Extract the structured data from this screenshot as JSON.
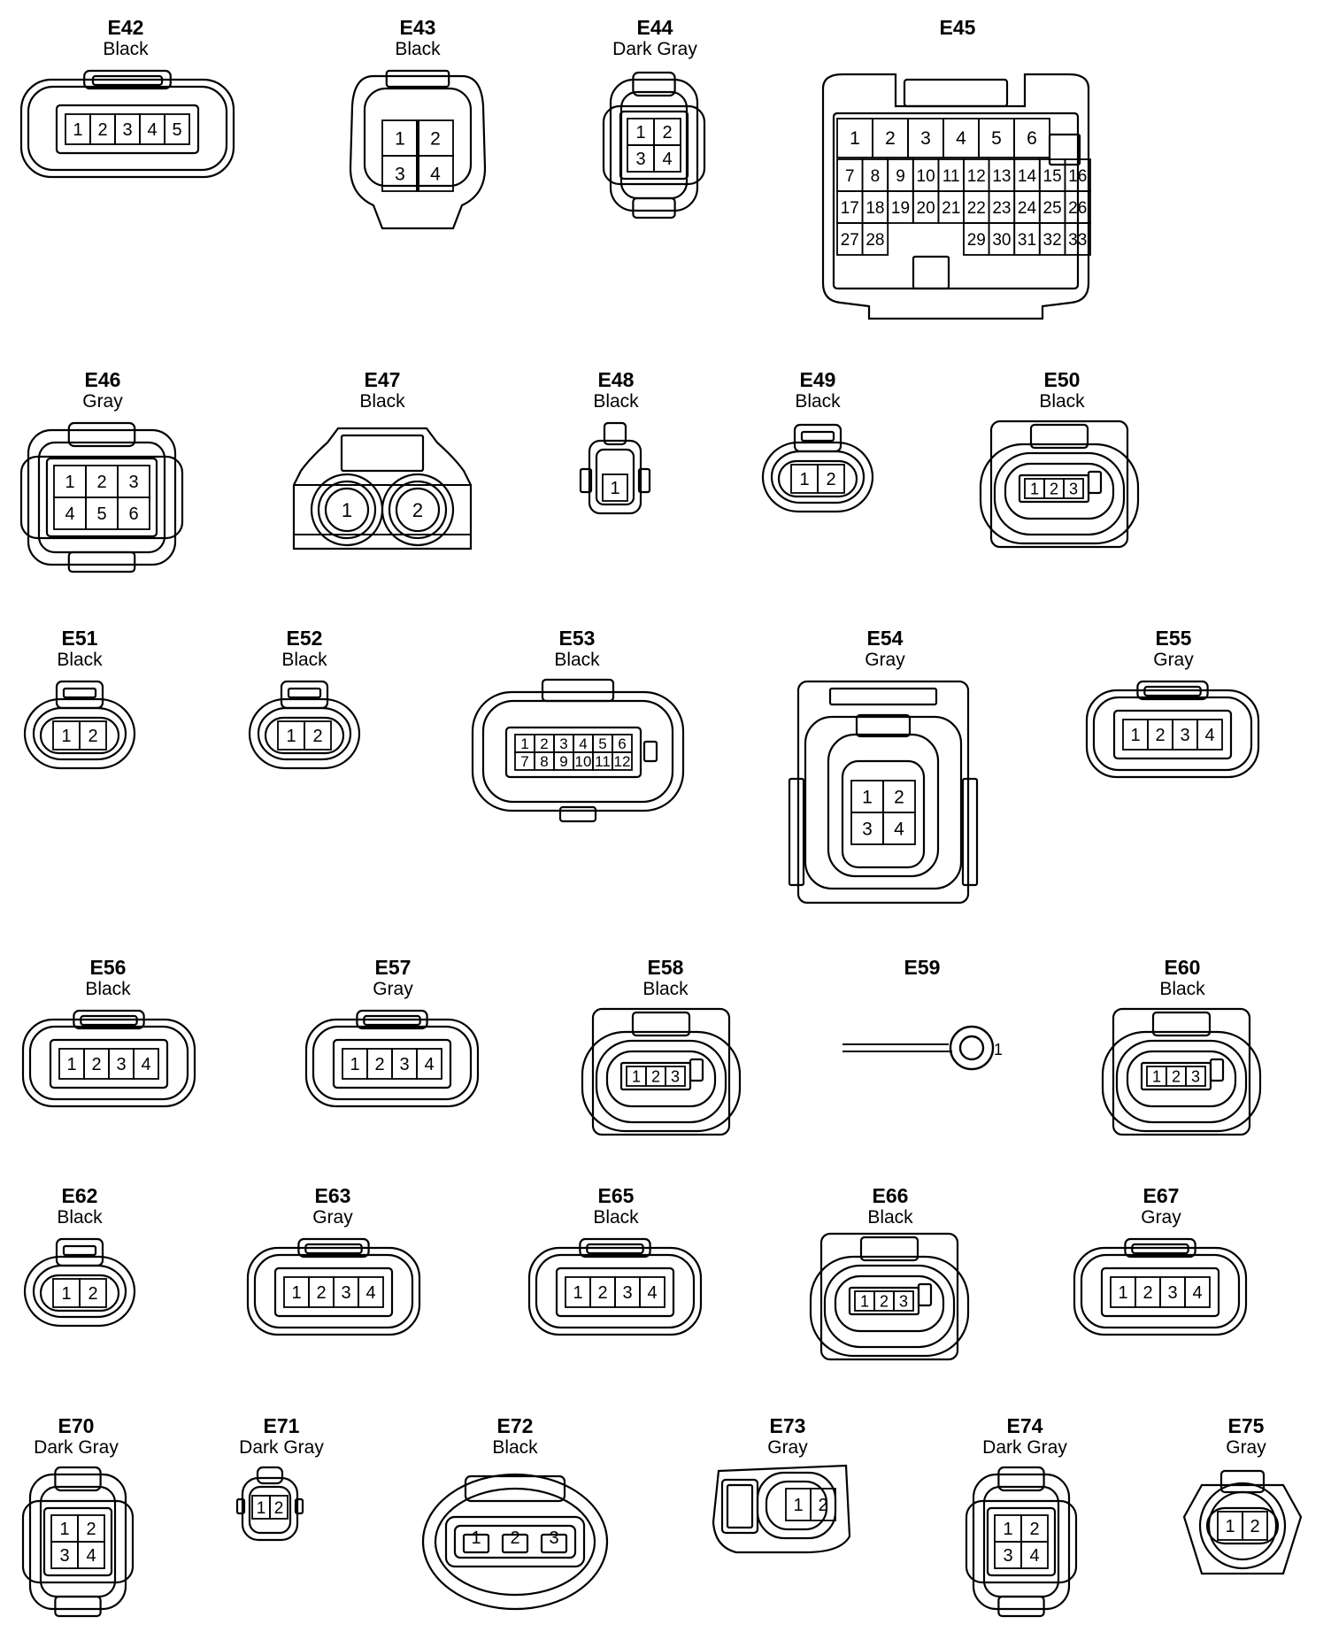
{
  "colors": {
    "line": "#000000",
    "background": "#ffffff"
  },
  "connectors": [
    {
      "id": "E42",
      "color": "Black",
      "style": "flat",
      "pin_rows": [
        [
          "1",
          "2",
          "3",
          "4",
          "5"
        ]
      ]
    },
    {
      "id": "E43",
      "color": "Black",
      "style": "octagon",
      "pin_rows": [
        [
          "1",
          "2"
        ],
        [
          "3",
          "4"
        ]
      ]
    },
    {
      "id": "E44",
      "color": "Dark Gray",
      "style": "tall",
      "pin_rows": [
        [
          "1",
          "2"
        ],
        [
          "3",
          "4"
        ]
      ]
    },
    {
      "id": "E45",
      "color": "",
      "style": "big",
      "pin_rows": [
        [
          "1",
          "2",
          "3",
          "4",
          "5",
          "6"
        ],
        [
          "7",
          "8",
          "9",
          "10",
          "11",
          "12",
          "13",
          "14",
          "15",
          "16"
        ],
        [
          "17",
          "18",
          "19",
          "20",
          "21",
          "22",
          "23",
          "24",
          "25",
          "26"
        ],
        [
          "27",
          "28",
          "",
          "",
          "",
          "29",
          "30",
          "31",
          "32",
          "33"
        ]
      ]
    },
    {
      "id": "E46",
      "color": "Gray",
      "style": "tall",
      "pin_rows": [
        [
          "1",
          "2",
          "3"
        ],
        [
          "4",
          "5",
          "6"
        ]
      ]
    },
    {
      "id": "E47",
      "color": "Black",
      "style": "twin",
      "pin_rows": [
        [
          "1",
          "2"
        ]
      ]
    },
    {
      "id": "E48",
      "color": "Black",
      "style": "single",
      "pin_rows": [
        [
          "1"
        ]
      ]
    },
    {
      "id": "E49",
      "color": "Black",
      "style": "oval",
      "pin_rows": [
        [
          "1",
          "2"
        ]
      ]
    },
    {
      "id": "E50",
      "color": "Black",
      "style": "housing",
      "pin_rows": [
        [
          "1",
          "2",
          "3"
        ]
      ]
    },
    {
      "id": "E51",
      "color": "Black",
      "style": "oval",
      "pin_rows": [
        [
          "1",
          "2"
        ]
      ]
    },
    {
      "id": "E52",
      "color": "Black",
      "style": "oval",
      "pin_rows": [
        [
          "1",
          "2"
        ]
      ]
    },
    {
      "id": "E53",
      "color": "Black",
      "style": "wide",
      "pin_rows": [
        [
          "1",
          "2",
          "3",
          "4",
          "5",
          "6"
        ],
        [
          "7",
          "8",
          "9",
          "10",
          "11",
          "12"
        ]
      ]
    },
    {
      "id": "E54",
      "color": "Gray",
      "style": "box",
      "pin_rows": [
        [
          "1",
          "2"
        ],
        [
          "3",
          "4"
        ]
      ]
    },
    {
      "id": "E55",
      "color": "Gray",
      "style": "flat",
      "pin_rows": [
        [
          "1",
          "2",
          "3",
          "4"
        ]
      ]
    },
    {
      "id": "E56",
      "color": "Black",
      "style": "flat",
      "pin_rows": [
        [
          "1",
          "2",
          "3",
          "4"
        ]
      ]
    },
    {
      "id": "E57",
      "color": "Gray",
      "style": "flat",
      "pin_rows": [
        [
          "1",
          "2",
          "3",
          "4"
        ]
      ]
    },
    {
      "id": "E58",
      "color": "Black",
      "style": "housing",
      "pin_rows": [
        [
          "1",
          "2",
          "3"
        ]
      ]
    },
    {
      "id": "E59",
      "color": "",
      "style": "ring",
      "pin_rows": [
        [
          "1"
        ]
      ]
    },
    {
      "id": "E60",
      "color": "Black",
      "style": "housing",
      "pin_rows": [
        [
          "1",
          "2",
          "3"
        ]
      ]
    },
    {
      "id": "E62",
      "color": "Black",
      "style": "oval",
      "pin_rows": [
        [
          "1",
          "2"
        ]
      ]
    },
    {
      "id": "E63",
      "color": "Gray",
      "style": "flat",
      "pin_rows": [
        [
          "1",
          "2",
          "3",
          "4"
        ]
      ]
    },
    {
      "id": "E65",
      "color": "Black",
      "style": "flat",
      "pin_rows": [
        [
          "1",
          "2",
          "3",
          "4"
        ]
      ]
    },
    {
      "id": "E66",
      "color": "Black",
      "style": "housing",
      "pin_rows": [
        [
          "1",
          "2",
          "3"
        ]
      ]
    },
    {
      "id": "E67",
      "color": "Gray",
      "style": "flat",
      "pin_rows": [
        [
          "1",
          "2",
          "3",
          "4"
        ]
      ]
    },
    {
      "id": "E70",
      "color": "Dark Gray",
      "style": "tall",
      "pin_rows": [
        [
          "1",
          "2"
        ],
        [
          "3",
          "4"
        ]
      ]
    },
    {
      "id": "E71",
      "color": "Dark Gray",
      "style": "small",
      "pin_rows": [
        [
          "1",
          "2"
        ]
      ]
    },
    {
      "id": "E72",
      "color": "Black",
      "style": "ellipse",
      "pin_rows": [
        [
          "1",
          "2",
          "3"
        ]
      ]
    },
    {
      "id": "E73",
      "color": "Gray",
      "style": "side",
      "pin_rows": [
        [
          "1",
          "2"
        ]
      ]
    },
    {
      "id": "E74",
      "color": "Dark Gray",
      "style": "tall",
      "pin_rows": [
        [
          "1",
          "2"
        ],
        [
          "3",
          "4"
        ]
      ]
    },
    {
      "id": "E75",
      "color": "Gray",
      "style": "round",
      "pin_rows": [
        [
          "1",
          "2"
        ]
      ]
    }
  ]
}
